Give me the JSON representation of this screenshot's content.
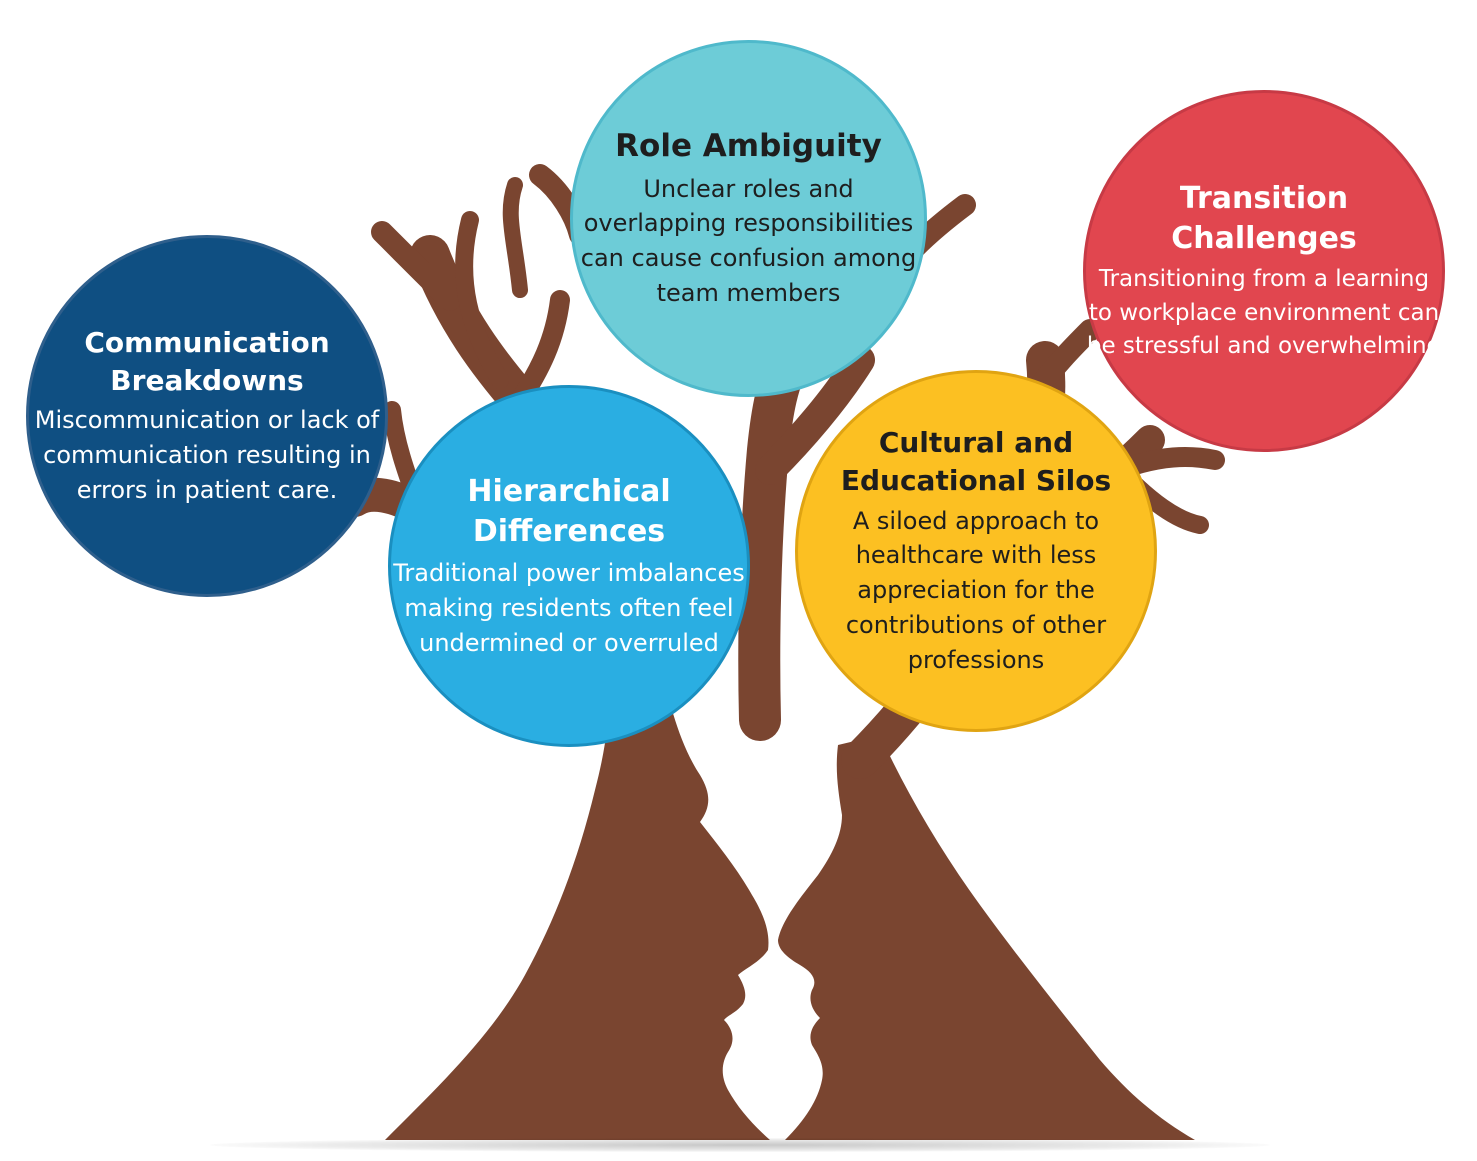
{
  "colors": {
    "tree": "#7a4530",
    "communication": "#0f4f82",
    "role": "#6dccd7",
    "transition": "#e1464f",
    "hierarchical": "#2aaee2",
    "cultural": "#fcc022"
  },
  "circles": {
    "communication": {
      "title": "Communication Breakdowns",
      "description": "Miscommunication or lack of communication resulting in errors in patient care."
    },
    "role": {
      "title": "Role Ambiguity",
      "description": "Unclear roles and overlapping responsibilities can cause confusion among team members"
    },
    "transition": {
      "title": "Transition Challenges",
      "description": "Transitioning from a learning to workplace environment can be stressful and overwhelming"
    },
    "hierarchical": {
      "title": "Hierarchical Differences",
      "description": "Traditional power imbalances making residents often feel undermined or overruled"
    },
    "cultural": {
      "title": "Cultural and Educational Silos",
      "description": "A siloed approach to healthcare with less appreciation for the contributions of other professions"
    }
  }
}
